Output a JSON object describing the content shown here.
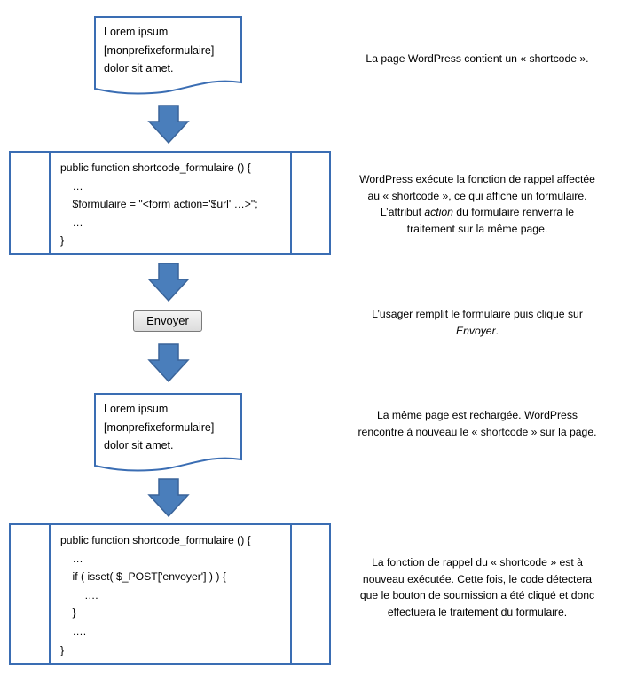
{
  "flow": {
    "page1": {
      "lines": [
        "Lorem ipsum",
        "[monprefixeformulaire]",
        "dolor sit amet."
      ]
    },
    "code1": {
      "lines": [
        "public function shortcode_formulaire () {",
        "    …",
        "    $formulaire = \"<form action='$url' …>\";",
        "    …",
        "}"
      ]
    },
    "button": {
      "label": "Envoyer"
    },
    "page2": {
      "lines": [
        "Lorem ipsum",
        "[monprefixeformulaire]",
        "dolor sit amet."
      ]
    },
    "code2": {
      "lines": [
        "public function shortcode_formulaire () {",
        "    …",
        "    if ( isset( $_POST['envoyer'] ) ) {",
        "        ….",
        "    }",
        "    ….",
        "}"
      ]
    }
  },
  "notes": {
    "note1": {
      "text": "La page WordPress contient un « shortcode »."
    },
    "note2": {
      "part1": "WordPress exécute la fonction de rappel affectée au « shortcode », ce qui affiche un formulaire. L’attribut ",
      "em": "action",
      "part2": " du formulaire renverra le traitement sur la même page."
    },
    "note3": {
      "part1": "L’usager remplit le formulaire puis clique sur ",
      "em": "Envoyer",
      "part2": "."
    },
    "note4": {
      "text": "La même page est rechargée. WordPress rencontre à nouveau le « shortcode » sur la page."
    },
    "note5": {
      "text": "La fonction de rappel du « shortcode » est à nouveau exécutée. Cette fois, le code détectera que le bouton de soumission a été cliqué et donc effectuera le traitement du formulaire."
    }
  },
  "colors": {
    "box_stroke": "#3a6db3",
    "arrow_fill": "#4a7ebb",
    "arrow_stroke": "#3a649a"
  }
}
